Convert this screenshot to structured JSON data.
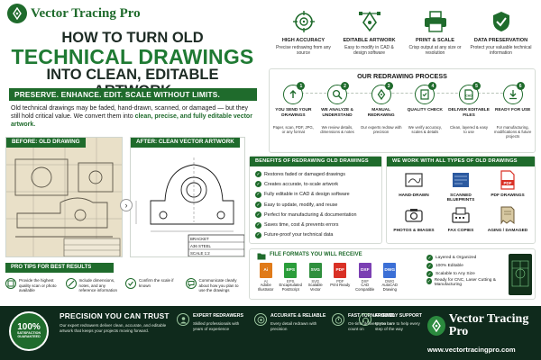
{
  "brand": {
    "name": "Vector Tracing Pro",
    "url": "www.vectortracingpro.com"
  },
  "headline": {
    "line1": "HOW TO TURN OLD",
    "line2": "TECHNICAL DRAWINGS",
    "line3": "INTO CLEAN, EDITABLE ARTWORK"
  },
  "tagline": "PRESERVE. ENHANCE. EDIT. SCALE WITHOUT LIMITS.",
  "intro": {
    "text": "Old technical drawings may be faded, hand-drawn, scanned, or damaged — but they still hold critical value. We convert them into ",
    "highlight": "clean, precise, and fully editable vector artwork."
  },
  "images": {
    "before_label": "BEFORE: OLD DRAWING",
    "after_label": "AFTER: CLEAN VECTOR ARTWORK",
    "after_title_block": [
      "BRACKET",
      "A36 STEEL",
      "SCALE 1:2"
    ]
  },
  "features": [
    {
      "title": "HIGH ACCURACY",
      "desc": "Precise redrawing from any source",
      "icon": "crosshair-icon"
    },
    {
      "title": "EDITABLE ARTWORK",
      "desc": "Easy to modify in CAD & design software",
      "icon": "pen-tool-icon"
    },
    {
      "title": "PRINT & SCALE",
      "desc": "Crisp output at any size or resolution",
      "icon": "printer-icon"
    },
    {
      "title": "DATA PRESERVATION",
      "desc": "Protect your valuable technical information",
      "icon": "shield-check-icon"
    }
  ],
  "process": {
    "title": "OUR REDRAWING PROCESS",
    "steps": [
      {
        "num": "1",
        "title": "YOU SEND YOUR DRAWINGS",
        "desc": "Paper, scan, PDF, JPG, or any format",
        "icon": "upload-icon"
      },
      {
        "num": "2",
        "title": "WE ANALYZE & UNDERSTAND",
        "desc": "We review details, dimensions & notes",
        "icon": "magnifier-icon"
      },
      {
        "num": "3",
        "title": "MANUAL REDRAWING",
        "desc": "Our experts redraw with precision",
        "icon": "pen-icon"
      },
      {
        "num": "4",
        "title": "QUALITY CHECK",
        "desc": "We verify accuracy, scales & details",
        "icon": "checklist-icon"
      },
      {
        "num": "5",
        "title": "DELIVER EDITABLE FILES",
        "desc": "Clean, layered & easy to use",
        "icon": "cad-file-icon"
      },
      {
        "num": "6",
        "title": "READY FOR USE",
        "desc": "For manufacturing, modifications & future projects",
        "icon": "download-icon"
      }
    ]
  },
  "benefits": {
    "title": "BENEFITS OF REDRAWING OLD DRAWINGS",
    "items": [
      "Restores faded or damaged drawings",
      "Creates accurate, to-scale artwork",
      "Fully editable in CAD & design software",
      "Easy to update, modify, and reuse",
      "Perfect for manufacturing & documentation",
      "Saves time, cost & prevents errors",
      "Future-proof your technical data"
    ]
  },
  "types": {
    "title": "WE WORK WITH ALL TYPES OF OLD DRAWINGS",
    "items": [
      {
        "label": "HAND-DRAWN",
        "icon": "hand-drawing-icon"
      },
      {
        "label": "SCANNED BLUEPRINTS",
        "icon": "blueprint-icon"
      },
      {
        "label": "PDF DRAWINGS",
        "icon": "pdf-icon"
      },
      {
        "label": "PHOTOS & IMAGES",
        "icon": "camera-icon"
      },
      {
        "label": "FAX COPIES",
        "icon": "fax-icon"
      },
      {
        "label": "AGING / DAMAGED",
        "icon": "damaged-paper-icon"
      }
    ]
  },
  "formats": {
    "title": "FILE FORMATS YOU WILL RECEIVE",
    "items": [
      {
        "badge": "Ai",
        "ext": "AI",
        "name": "Adobe Illustrator",
        "color": "#e07b1a"
      },
      {
        "badge": "EPS",
        "ext": "EPS",
        "name": "Encapsulated PostScript",
        "color": "#2a9d3a"
      },
      {
        "badge": "SVG",
        "ext": "SVG",
        "name": "Scalable Vector",
        "color": "#2f8f3d"
      },
      {
        "badge": "PDF",
        "ext": "PDF",
        "name": "Print Ready",
        "color": "#d93025"
      },
      {
        "badge": "DXF",
        "ext": "DXF",
        "name": "CAD Compatible",
        "color": "#7b3fb3"
      },
      {
        "badge": "DWG",
        "ext": "DWG",
        "name": "AutoCAD Drawing",
        "color": "#3b6fd6"
      }
    ],
    "features": [
      "Layered & Organized",
      "100% Editable",
      "Scalable to Any Size",
      "Ready for CNC, Laser Cutting & Manufacturing"
    ]
  },
  "tips": {
    "title": "PRO TIPS FOR BEST RESULTS",
    "items": [
      "Provide the highest quality scan or photo available",
      "Include dimensions, notes, and any reference information",
      "Confirm the scale if known",
      "Communicate clearly about how you plan to use the drawings"
    ]
  },
  "footer": {
    "seal_big": "100%",
    "seal_small": "SATISFACTION GUARANTEED",
    "trust_title": "PRECISION YOU CAN TRUST",
    "trust_desc": "Our expert redrawers deliver clean, accurate, and editable artwork that keeps your projects moving forward.",
    "cols": [
      {
        "title": "EXPERT REDRAWERS",
        "desc": "Skilled professionals with years of experience",
        "icon": "expert-icon"
      },
      {
        "title": "ACCURATE & RELIABLE",
        "desc": "Every detail redrawn with precision",
        "icon": "target-icon"
      },
      {
        "title": "FAST TURNAROUND",
        "desc": "On-time delivery you can count on",
        "icon": "stopwatch-icon"
      },
      {
        "title": "FRIENDLY SUPPORT",
        "desc": "We're here to help every step of the way",
        "icon": "headset-icon"
      }
    ]
  },
  "colors": {
    "brand_green": "#1f6b2c",
    "dark_footer": "#0f2a1c"
  }
}
